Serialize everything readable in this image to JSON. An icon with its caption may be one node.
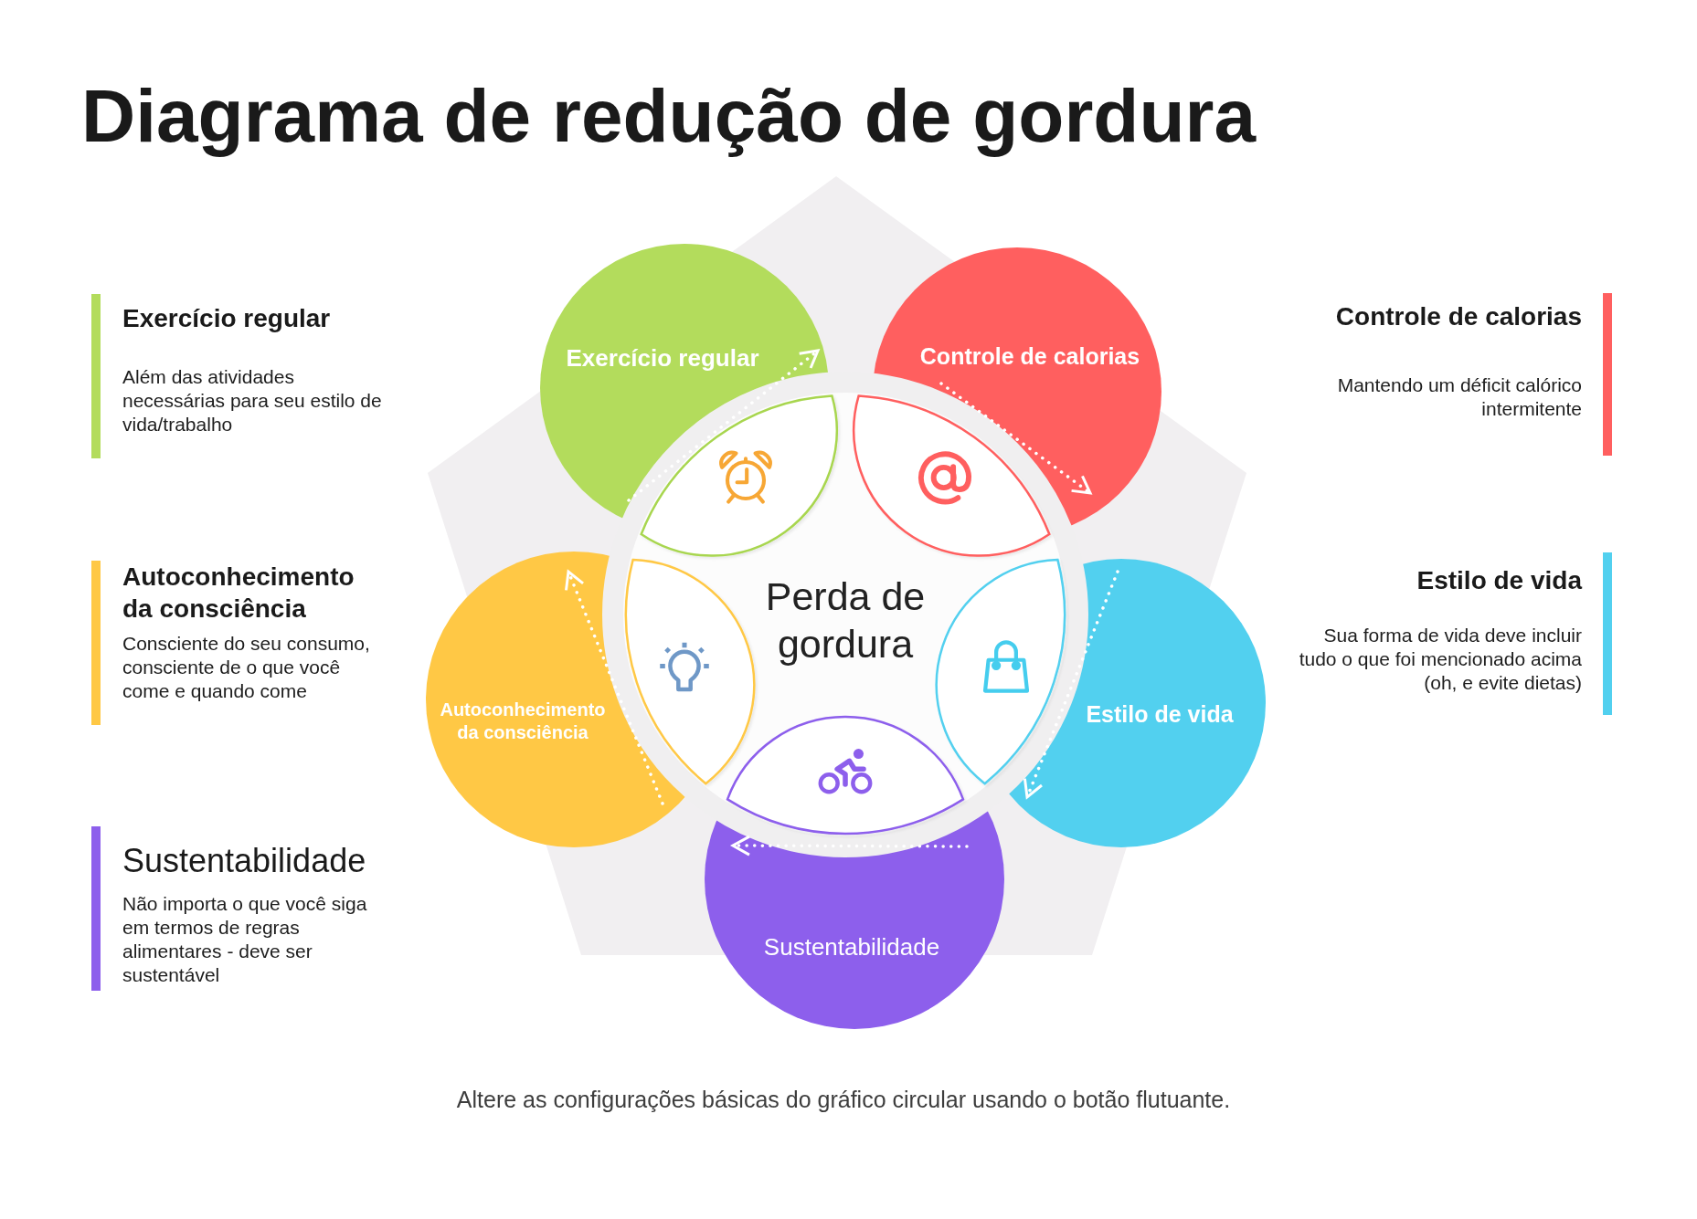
{
  "diagram": {
    "title": "Diagrama de redução de gordura",
    "caption": "Altere as configurações básicas do gráfico circular usando o botão flutuante.",
    "nodes": [
      {
        "text": [
          "Exercício regular",
          "Além das atividades necessárias para seu estilo de vida/trabalho"
        ]
      },
      {
        "text": [
          "Exercício regular"
        ]
      },
      {
        "text": [
          "Controle de calorias"
        ]
      },
      {
        "text": [
          "Controle de calorias",
          "Mantendo um déficit calórico intermitente"
        ]
      },
      {
        "text": [
          "Autoconhecimento da consciência",
          "Consciente do seu consumo, consciente de o que você come e quando come"
        ]
      },
      {
        "text": [
          "Autoconhecimento da consciência"
        ]
      },
      {
        "text": [
          "Perda de gordura"
        ]
      },
      {
        "text": [
          "Estilo de vida"
        ]
      },
      {
        "text": [
          "Estilo de vida",
          "Sua forma de vida deve incluir tudo o que foi mencionado acima (oh, e evite dietas)"
        ]
      },
      {
        "text": [
          "Sustentabilidade",
          "Não importa o que você siga em termos de regras alimentares - deve ser sustentável"
        ]
      },
      {
        "text": [
          "Sustentabilidade"
        ]
      }
    ]
  }
}
